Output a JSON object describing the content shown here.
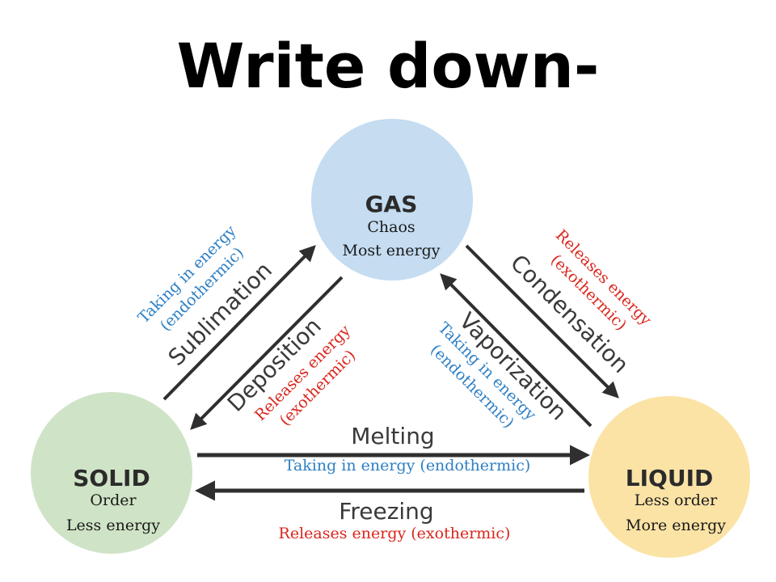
{
  "title": "Write down-",
  "colors": {
    "gas_fill": "#c5dcf1",
    "solid_fill": "#cfe4c6",
    "liquid_fill": "#fbe3a6",
    "arrow": "#2f2f2f",
    "endothermic": "#2d7fc4",
    "exothermic": "#d9261c"
  },
  "states": {
    "gas": {
      "label": "GAS",
      "desc": [
        "Chaos",
        "Most energy"
      ]
    },
    "solid": {
      "label": "SOLID",
      "desc": [
        "Order",
        "Less energy"
      ]
    },
    "liquid": {
      "label": "LIQUID",
      "desc": [
        "Less order",
        "More energy"
      ]
    }
  },
  "processes": {
    "sublimation": {
      "label": "Sublimation",
      "note": [
        "Taking in energy",
        "(endothermic)"
      ]
    },
    "deposition": {
      "label": "Deposition",
      "note": [
        "Releases energy",
        "(exothermic)"
      ]
    },
    "condensation": {
      "label": "Condensation",
      "note": [
        "Releases energy",
        "(exothermic)"
      ]
    },
    "vaporization": {
      "label": "Vaporization",
      "note": [
        "Taking in energy",
        "(endothermic)"
      ]
    },
    "melting": {
      "label": "Melting",
      "note": "Taking in energy (endothermic)"
    },
    "freezing": {
      "label": "Freezing",
      "note": "Releases energy (exothermic)"
    }
  }
}
